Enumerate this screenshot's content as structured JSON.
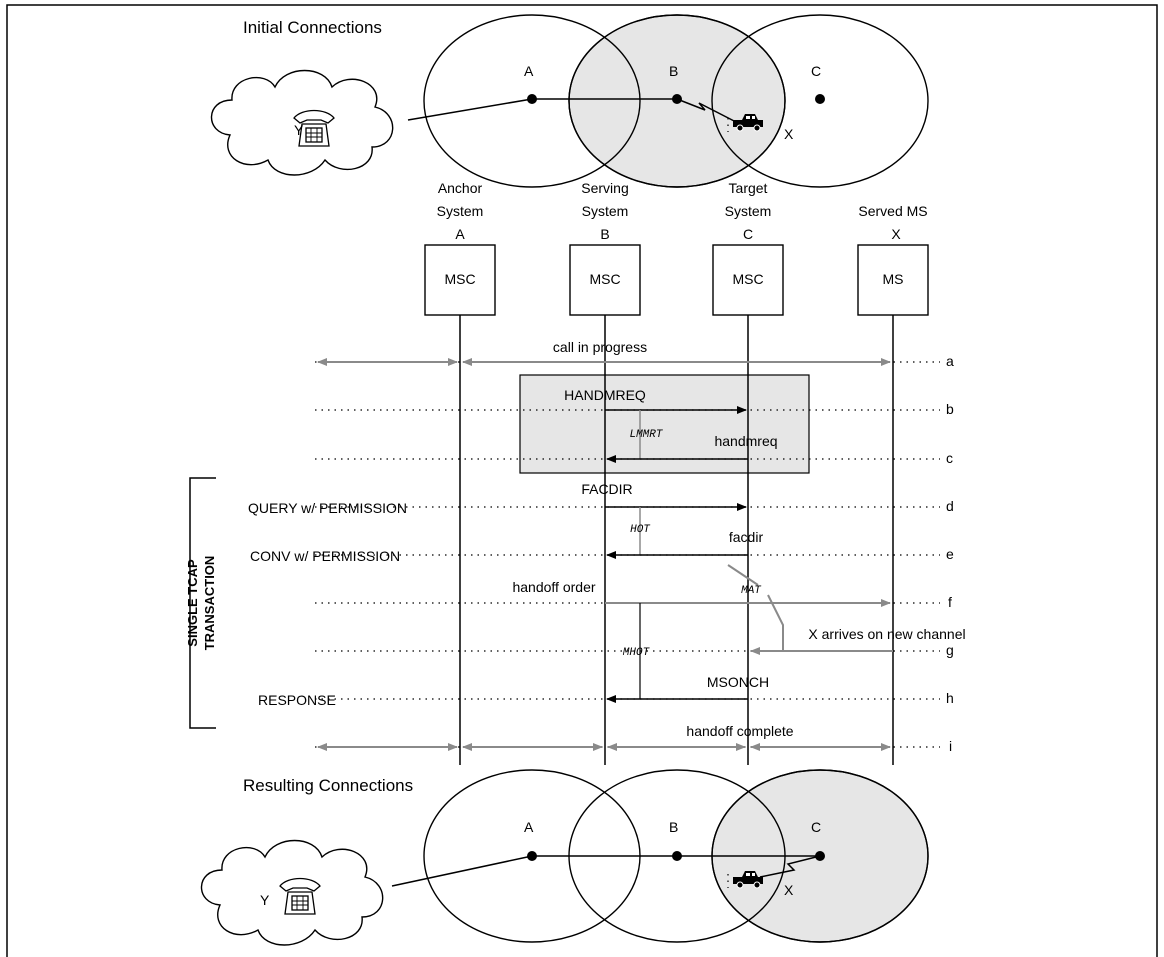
{
  "top_title": "Initial Connections",
  "bottom_title": "Resulting Connections",
  "cells": {
    "a": "A",
    "b": "B",
    "c": "C"
  },
  "party_y": "Y",
  "mobile_x": "X",
  "columns": [
    {
      "line1": "Anchor",
      "line2": "System",
      "line3": "A",
      "box": "MSC"
    },
    {
      "line1": "Serving",
      "line2": "System",
      "line3": "B",
      "box": "MSC"
    },
    {
      "line1": "Target",
      "line2": "System",
      "line3": "C",
      "box": "MSC"
    },
    {
      "line1": "",
      "line2": "Served MS",
      "line3": "X",
      "box": "MS"
    }
  ],
  "messages": {
    "call_in_progress": "call in progress",
    "handmreq_upper": "HANDMREQ",
    "handmreq_lower": "handmreq",
    "facdir_upper": "FACDIR",
    "facdir_lower": "facdir",
    "handoff_order": "handoff order",
    "x_arrives": "X arrives on new channel",
    "msonch": "MSONCH",
    "handoff_complete": "handoff complete"
  },
  "timers": {
    "lmmrt": "LMMRT",
    "hot": "HOT",
    "mat": "MAT",
    "mhot": "MHOT"
  },
  "transaction_labels": {
    "query": "QUERY w/ PERMISSION",
    "conv": "CONV w/ PERMISSION",
    "response": "RESPONSE"
  },
  "single_tcap_line1": "SINGLE TCAP",
  "single_tcap_line2": "TRANSACTION",
  "row_letters": [
    "a",
    "b",
    "c",
    "d",
    "e",
    "f",
    "g",
    "h",
    "i"
  ]
}
